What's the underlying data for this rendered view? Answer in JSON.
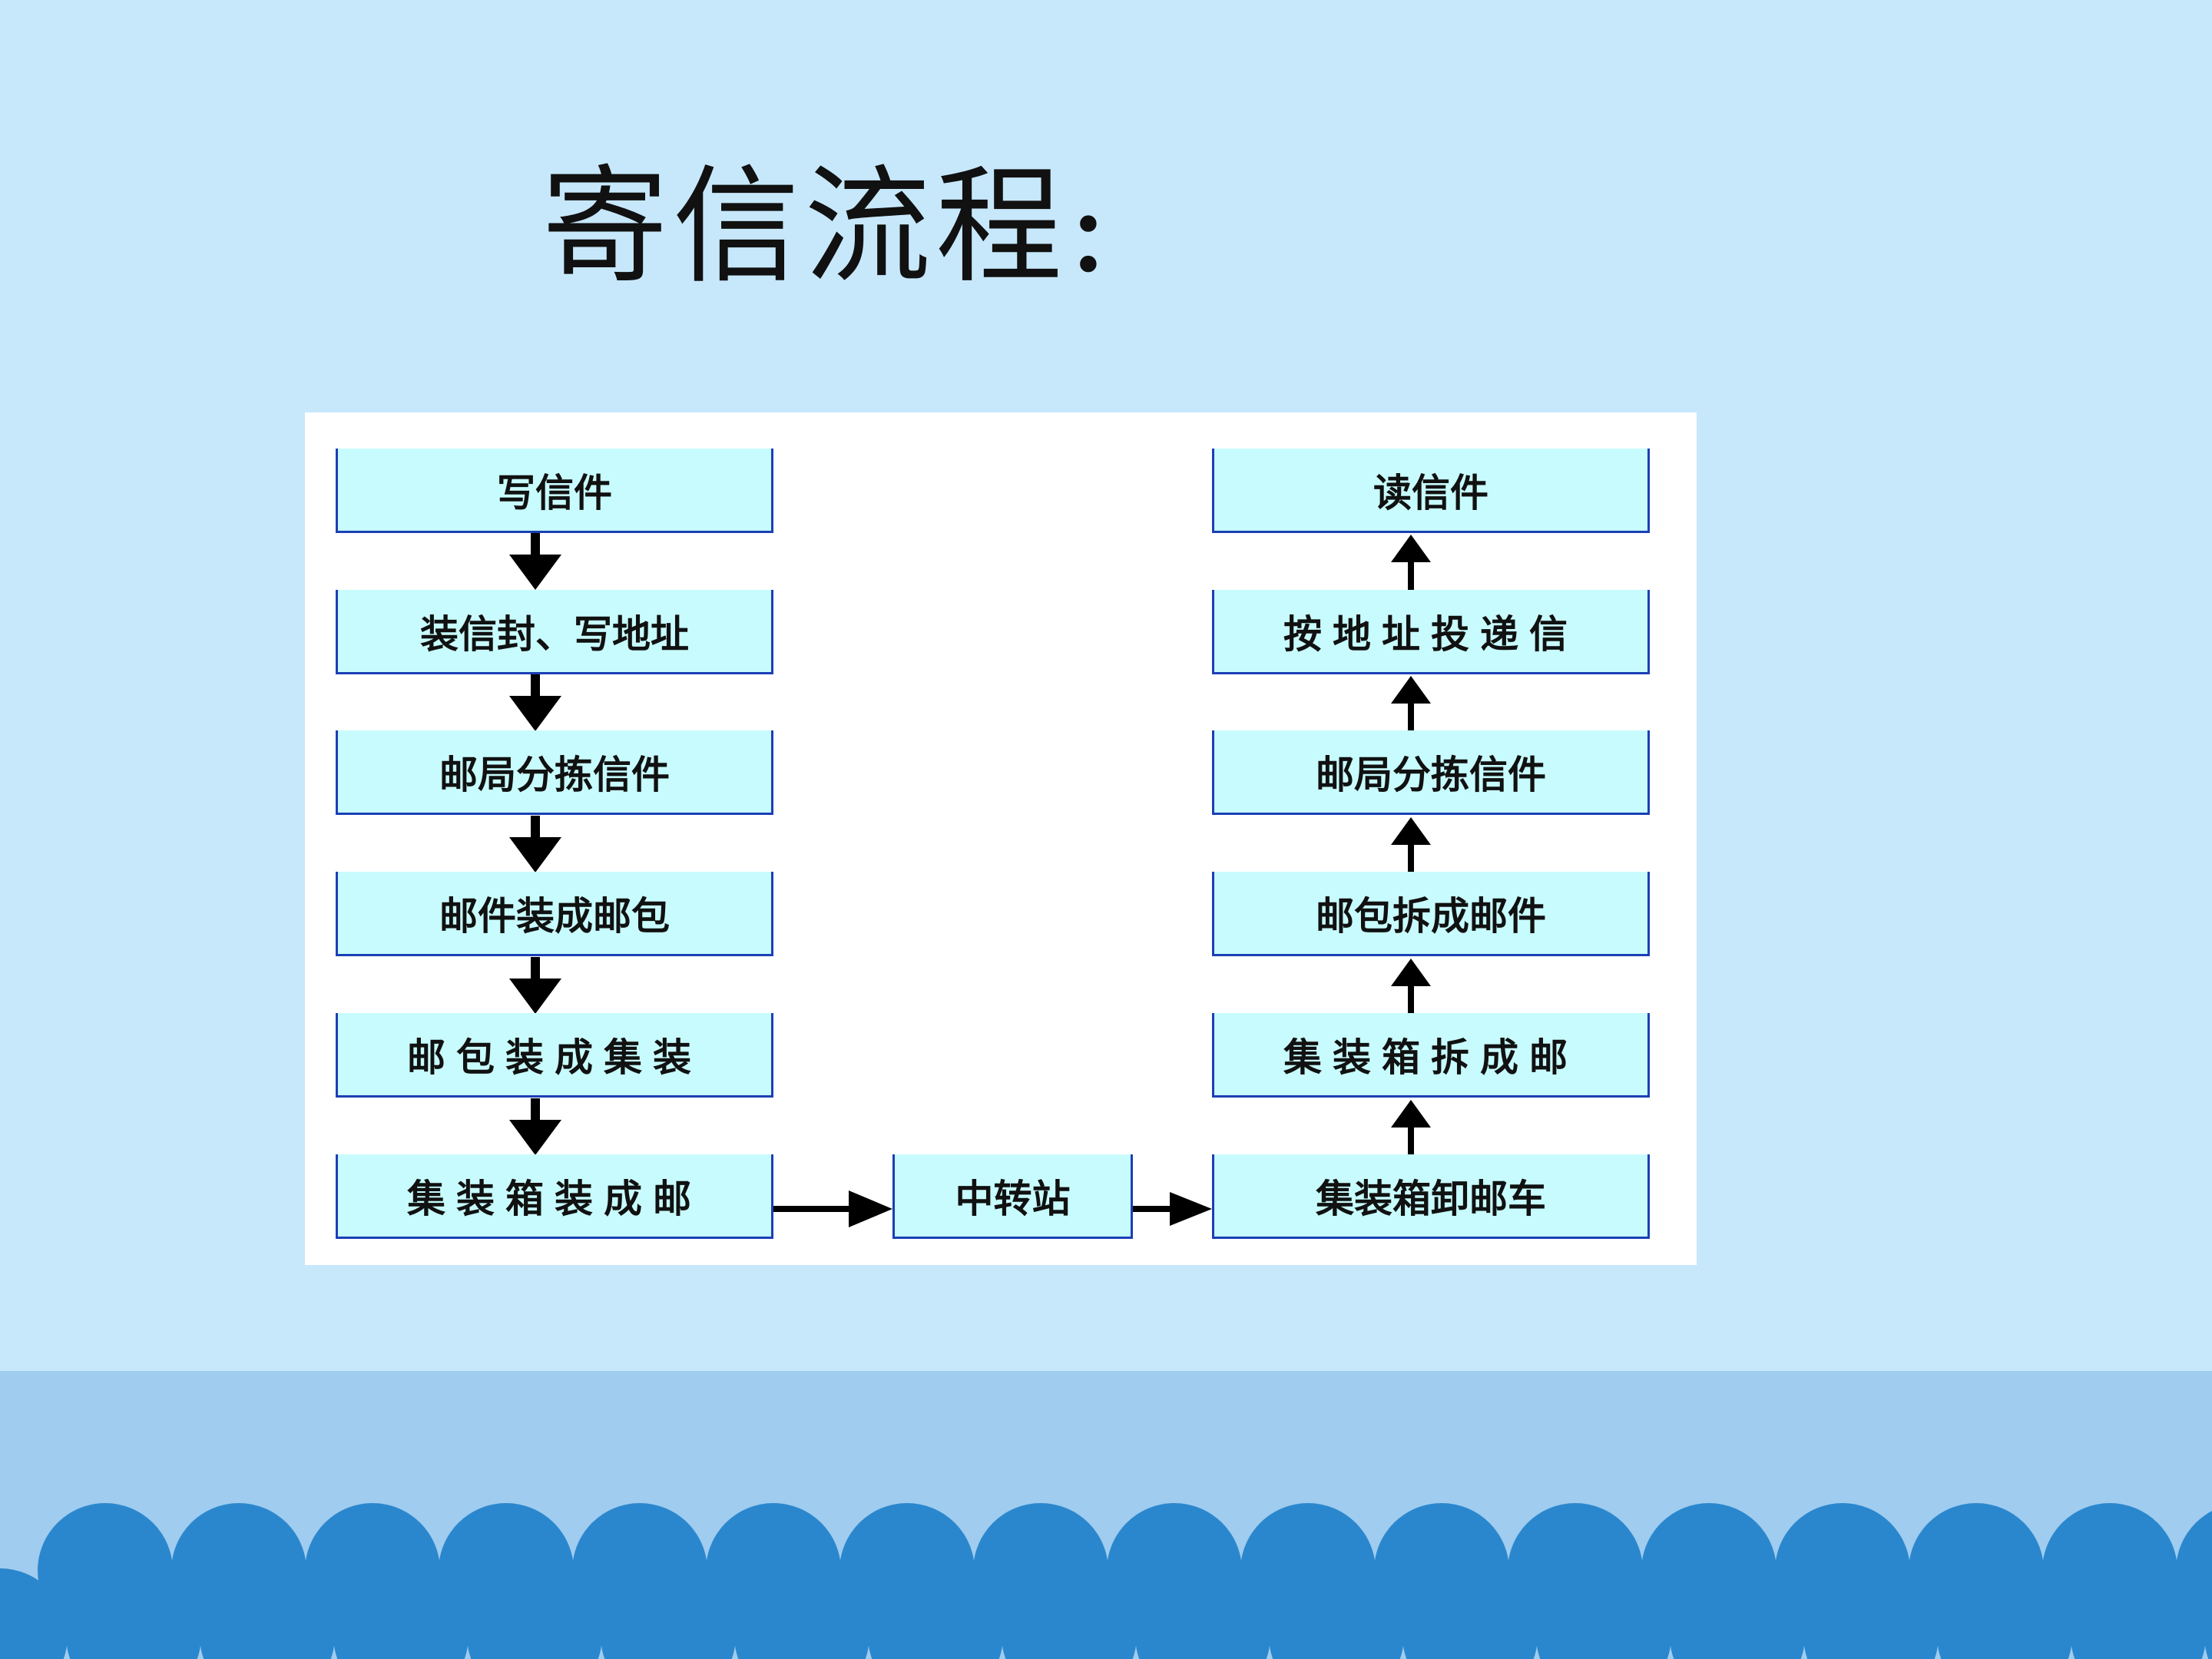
{
  "slide": {
    "title": "寄信流程:",
    "background_color": "#c7e8fb",
    "band_color": "#9fccef",
    "wave_color": "#2b87cd"
  },
  "flow": {
    "send_column": [
      "写信件",
      "装信封、写地址",
      "邮局分拣信件",
      "邮件装成邮包",
      "邮包装成集装",
      "集装箱装成邮"
    ],
    "transit": "中转站",
    "receive_column": [
      "读信件",
      "按地址投递信",
      "邮局分拣信件",
      "邮包拆成邮件",
      "集装箱拆成邮",
      "集装箱卸邮车"
    ],
    "box_fill": "#c8fbfd",
    "box_border": "#1b3fb5",
    "arrow_color": "#000000"
  }
}
